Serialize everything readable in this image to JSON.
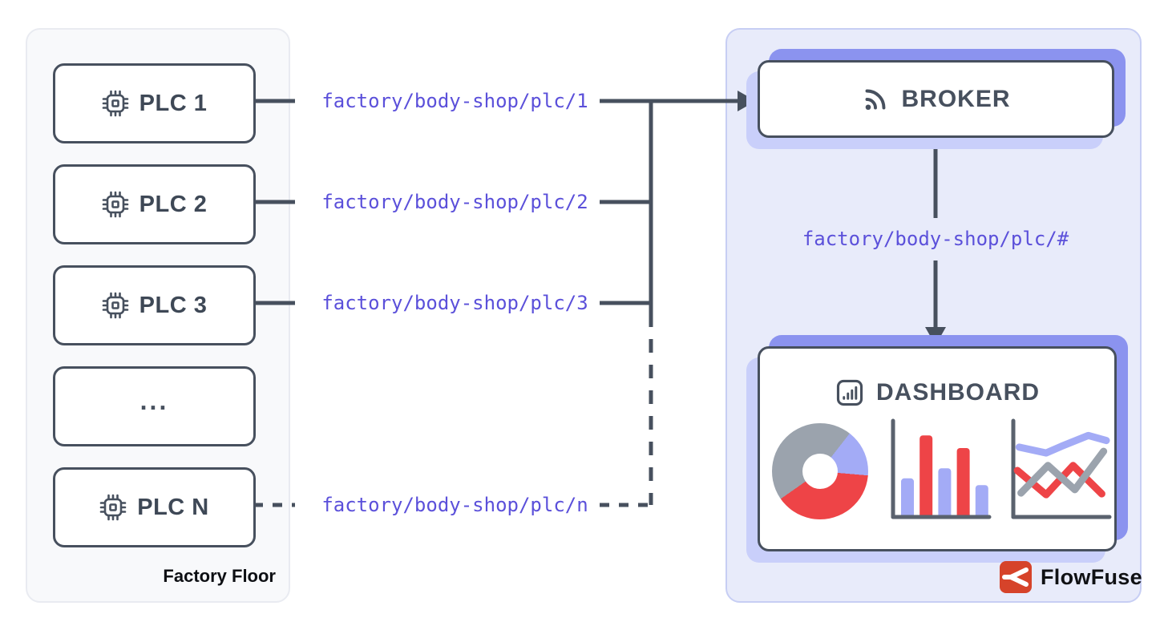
{
  "colors": {
    "slate": "#47505e",
    "topic_purple": "#5b50da",
    "chart_red": "#ee4447",
    "chart_gray": "#9ba3ad",
    "chart_periwinkle": "#a3abf6",
    "echo_indigo": "#8b93ef",
    "echo_periwinkle": "#c9cffa",
    "panel_right_bg": "#e8ebfa",
    "panel_left_bg": "#f8f9fb",
    "brand_red": "#d6432a"
  },
  "factory_panel": {
    "label": "Factory Floor",
    "nodes": [
      {
        "label": "PLC 1",
        "icon": "chip-icon"
      },
      {
        "label": "PLC 2",
        "icon": "chip-icon"
      },
      {
        "label": "PLC 3",
        "icon": "chip-icon"
      },
      {
        "label": "...",
        "icon": null
      },
      {
        "label": "PLC N",
        "icon": "chip-icon"
      }
    ]
  },
  "topics": {
    "plc1": "factory/body-shop/plc/1",
    "plc2": "factory/body-shop/plc/2",
    "plc3": "factory/body-shop/plc/3",
    "plcn": "factory/body-shop/plc/n",
    "wildcard": "factory/body-shop/plc/#"
  },
  "cloud_panel": {
    "broker_label": "BROKER",
    "broker_icon": "rss-broadcast-icon",
    "dashboard_label": "DASHBOARD",
    "dashboard_icon": "bar-chart-icon",
    "brand_name": "FlowFuse",
    "brand_icon": "flowfuse-logo"
  },
  "charts": {
    "donut": {
      "type": "pie",
      "segments": [
        {
          "color": "chart_gray",
          "from": 0,
          "to": 38
        },
        {
          "color": "chart_periwinkle",
          "from": 38,
          "to": 95
        },
        {
          "color": "chart_red",
          "from": 95,
          "to": 235
        },
        {
          "color": "chart_gray",
          "from": 235,
          "to": 360
        }
      ]
    },
    "bars": {
      "type": "bar",
      "values": [
        44,
        95,
        56,
        80,
        36
      ],
      "colors": [
        "chart_periwinkle",
        "chart_red",
        "chart_periwinkle",
        "chart_red",
        "chart_periwinkle"
      ]
    },
    "lines": {
      "type": "line",
      "series": [
        {
          "color": "chart_periwinkle",
          "points": [
            [
              3,
              22
            ],
            [
              33,
              29
            ],
            [
              50,
              21
            ],
            [
              80,
              8
            ],
            [
              100,
              14
            ]
          ]
        },
        {
          "color": "chart_red",
          "points": [
            [
              1,
              50
            ],
            [
              33,
              79
            ],
            [
              63,
              44
            ],
            [
              95,
              78
            ]
          ]
        },
        {
          "color": "chart_gray",
          "points": [
            [
              5,
              77
            ],
            [
              35,
              44
            ],
            [
              65,
              73
            ],
            [
              97,
              27
            ]
          ]
        }
      ]
    }
  }
}
